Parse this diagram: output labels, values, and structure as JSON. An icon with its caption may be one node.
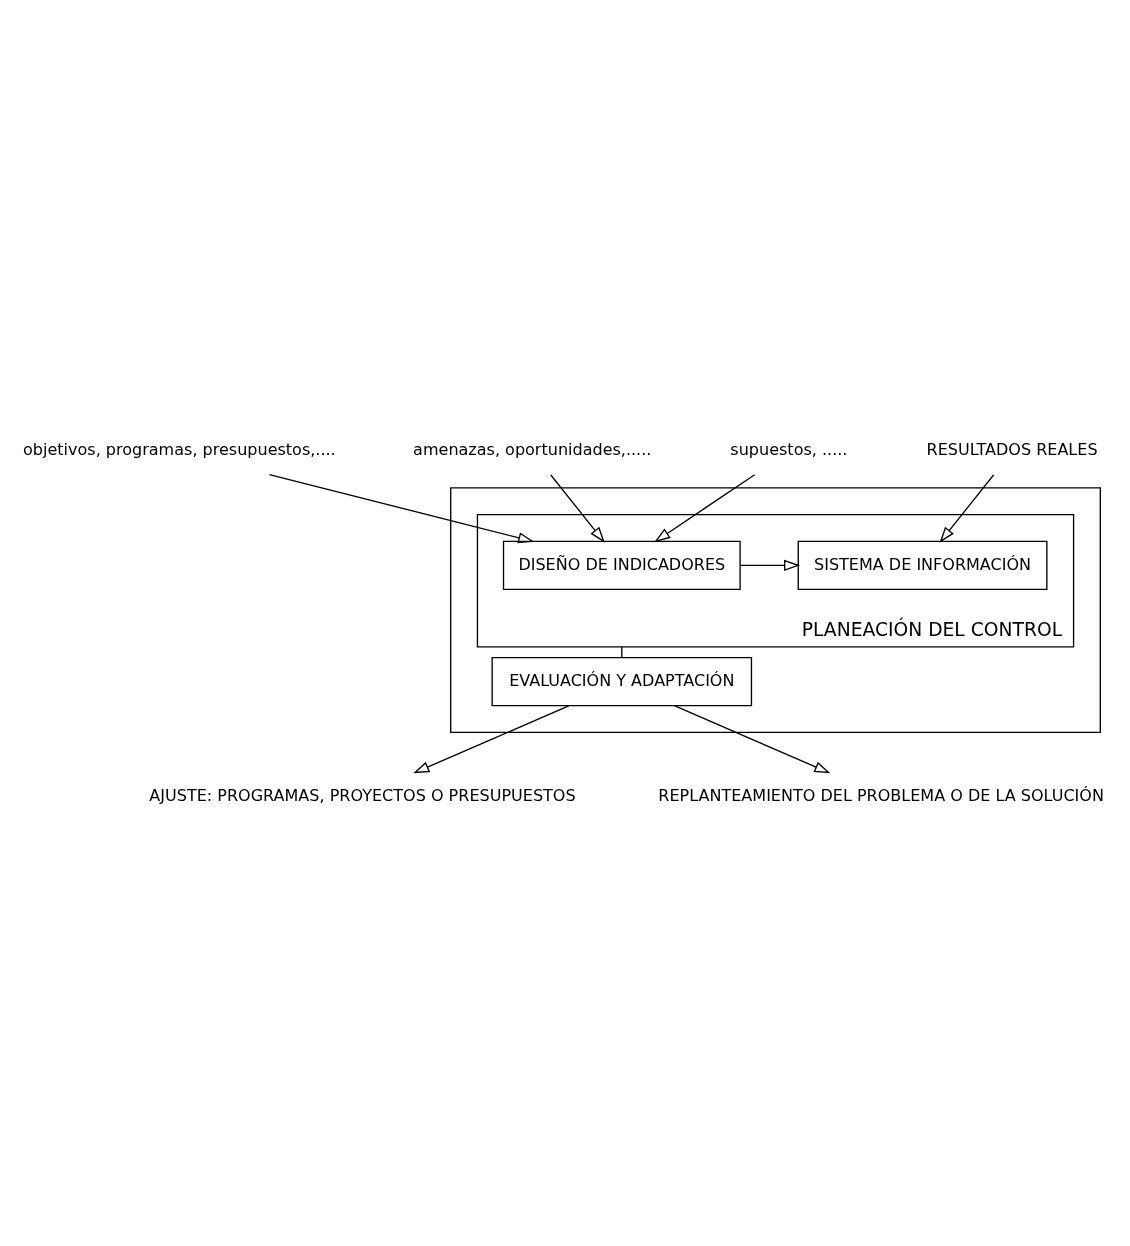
{
  "diagram": {
    "nodes": [
      {
        "text": [
          "objetivos, programas, presupuestos,...."
        ]
      },
      {
        "text": [
          "amenazas, oportunidades,....."
        ]
      },
      {
        "text": [
          "supuestos, ....."
        ]
      },
      {
        "text": [],
        "shape": "box"
      },
      {
        "text": [
          "PLANEACIÓN DEL CONTROL"
        ],
        "in": 3
      },
      {
        "text": [
          "DISEÑO DE INDICADORES"
        ],
        "in": 4
      },
      {
        "text": [
          "SISTEMA DE INFORMACIÓN"
        ],
        "in": 4
      },
      {
        "text": [
          "EVALUACIÓN Y ADAPTACIÓN"
        ],
        "in": 3
      },
      {
        "text": [
          "RESULTADOS REALES"
        ]
      },
      {
        "text": [
          "AJUSTE: PROGRAMAS, PROYECTOS O PRESUPUESTOS"
        ]
      },
      {
        "text": [
          "REPLANTEAMIENTO DEL PROBLEMA O DE LA SOLUCIÓN"
        ]
      }
    ],
    "edges": [
      {
        "from": 0,
        "to": 5,
        "arrow": "to"
      },
      {
        "from": 1,
        "to": 5,
        "arrow": "to"
      },
      {
        "from": 2,
        "to": 5,
        "arrow": "to"
      },
      {
        "from": 5,
        "to": 6,
        "arrow": "to"
      },
      {
        "from": 8,
        "to": 6,
        "arrow": "to"
      },
      {
        "from": 4,
        "to": 7,
        "arrow": "none"
      },
      {
        "from": 7,
        "to": 9,
        "arrow": "to"
      },
      {
        "from": 7,
        "to": 10,
        "arrow": "to"
      }
    ]
  }
}
